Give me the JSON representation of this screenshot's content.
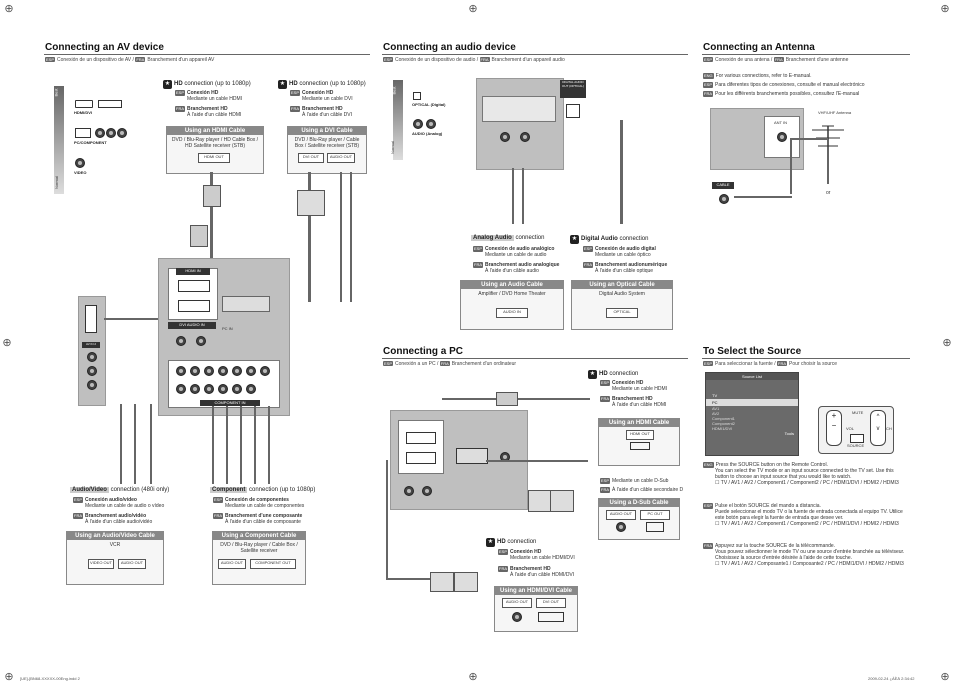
{
  "footer": {
    "left": "[UE]-[BN68-XXXXX-00Eng.indd   2",
    "right": "2009-02-24   ¿ÀÈÄ 2:34:42"
  },
  "av": {
    "title": "Connecting an AV device",
    "subtitle_es_tag": "ESP",
    "subtitle_es": "Conexión de un dispositivo de AV /",
    "subtitle_fr_tag": "FRA",
    "subtitle_fr": "Branchement d'un appareil AV",
    "side_best": "Best",
    "side_normal": "Normal",
    "legend": {
      "hdmi": "HDMI/DVI",
      "pc": "PC/COMPONENT",
      "video": "VIDEO"
    },
    "hd1": {
      "head": "connection (up to 1080p)",
      "head_bold": "HD",
      "es_tag": "ESP",
      "es_title": "Conexión HD",
      "es_sub": "Mediante un cable HDMI",
      "fr_tag": "FRA",
      "fr_title": "Branchement HD",
      "fr_sub": "À l'aide d'un câble HDMI"
    },
    "hd2": {
      "head": "connection (up to 1080p)",
      "head_bold": "HD",
      "es_tag": "ESP",
      "es_title": "Conexión HD",
      "es_sub": "Mediante un cable DVI",
      "fr_tag": "FRA",
      "fr_title": "Branchement HD",
      "fr_sub": "À l'aide d'un câble DVI"
    },
    "hdmi_cable": {
      "title": "Using an HDMI Cable",
      "body": "DVD / Blu-Ray player / HD Cable Box / HD Satellite receiver (STB)",
      "port": "HDMI OUT"
    },
    "dvi_cable": {
      "title": "Using a DVI Cable",
      "body": "DVD / Blu-Ray player / Cable Box / Satellite receiver (STB)",
      "port1": "DVI OUT",
      "port2": "AUDIO OUT"
    },
    "panel_labels": {
      "hdmi_in": "HDMI IN",
      "dvi_audio": "DVI AUDIO IN",
      "pc_in": "PC IN",
      "av_in": "AV IN",
      "component_in": "COMPONENT IN",
      "audio_in": "AUDIO",
      "av_in2": "AV IN 2"
    },
    "av_conn": {
      "head_bold": "Audio/Video",
      "head": "connection (480i only)",
      "es_tag": "ESP",
      "es_title": "Conexión audio/vídeo",
      "es_sub": "Mediante un cable de audio o vídeo",
      "fr_tag": "FRA",
      "fr_title": "Branchement audio/vidéo",
      "fr_sub": "À l'aide d'un câble audio/vidéo"
    },
    "comp_conn": {
      "head_bold": "Component",
      "head": "connection (up to 1080p)",
      "es_tag": "ESP",
      "es_title": "Conexión de componentes",
      "es_sub": "Mediante un cable de componentes",
      "fr_tag": "FRA",
      "fr_title": "Branchement d'une composante",
      "fr_sub": "À l'aide d'un câble de composante"
    },
    "av_cable": {
      "title": "Using an Audio/Video Cable",
      "body": "VCR",
      "port1": "VIDEO OUT",
      "port2": "AUDIO OUT"
    },
    "comp_cable": {
      "title": "Using a Component Cable",
      "body": "DVD / Blu-Ray player / Cable Box / Satellite receiver",
      "port1": "AUDIO OUT",
      "port2": "COMPONENT OUT"
    }
  },
  "audio": {
    "title": "Connecting an audio device",
    "subtitle_es_tag": "ESP",
    "subtitle_es": "Conexión de un dispositivo de audio /",
    "subtitle_fr_tag": "FRA",
    "subtitle_fr": "Branchement d'un appareil audio",
    "side_best": "Best",
    "side_normal": "Normal",
    "legend_optical": "OPTICAL (Digital)",
    "legend_audio": "AUDIO (Analog)",
    "panel_label": "DIGITAL AUDIO OUT (OPTICAL)",
    "analog": {
      "head_bold": "Analog Audio",
      "head": "connection",
      "es_tag": "ESP",
      "es_title": "Conexión de audio analógico",
      "es_sub": "Mediante un cable de audio",
      "fr_tag": "FRA",
      "fr_title": "Branchement audio analogique",
      "fr_sub": "À l'aide d'un câble audio"
    },
    "digital": {
      "head_bold": "Digital Audio",
      "head": "connection",
      "es_tag": "ESP",
      "es_title": "Conexión de audio digital",
      "es_sub": "Mediante un cable óptico",
      "fr_tag": "FRA",
      "fr_title": "Branchement audionumérique",
      "fr_sub": "À l'aide d'un câble optique"
    },
    "audio_cable": {
      "title": "Using an Audio Cable",
      "body": "Amplifier / DVD Home Theater",
      "port": "AUDIO IN"
    },
    "optical_cable": {
      "title": "Using an Optical Cable",
      "body": "Digital Audio System",
      "port": "OPTICAL"
    }
  },
  "pc": {
    "title": "Connecting a PC",
    "subtitle_es_tag": "ESP",
    "subtitle_es": "Conexión a un PC /",
    "subtitle_fr_tag": "FRA",
    "subtitle_fr": "Branchement d'un ordinateur",
    "hd1": {
      "head_bold": "HD",
      "head": "connection",
      "es_tag": "ESP",
      "es_title": "Conexión HD",
      "es_sub": "Mediante un cable HDMI",
      "fr_tag": "FRA",
      "fr_title": "Branchement HD",
      "fr_sub": "À l'aide d'un câble HDMI"
    },
    "hdmi_cable": {
      "title": "Using an HDMI Cable",
      "port": "HDMI OUT"
    },
    "dsub_es_tag": "ESP",
    "dsub_es": "Mediante un cable D-Sub",
    "dsub_fr_tag": "FRA",
    "dsub_fr": "À l'aide d'un câble secondaire D",
    "dsub_cable": {
      "title": "Using a D-Sub Cable",
      "port1": "AUDIO OUT",
      "port2": "PC OUT"
    },
    "hd2": {
      "head_bold": "HD",
      "head": "connection",
      "es_tag": "ESP",
      "es_title": "Conexión HD",
      "es_sub": "Mediante un cable HDMI/DVI",
      "fr_tag": "FRA",
      "fr_title": "Branchement HD",
      "fr_sub": "À l'aide d'un câble HDMI/DVI"
    },
    "hdmidvi_cable": {
      "title": "Using an HDMI/DVI Cable",
      "port1": "AUDIO OUT",
      "port2": "DVI OUT"
    }
  },
  "antenna": {
    "title": "Connecting an Antenna",
    "subtitle_es_tag": "ESP",
    "subtitle_es": "Conexión de una antena /",
    "subtitle_fr_tag": "FRA",
    "subtitle_fr": "Branchement d'une antenne",
    "notes": [
      {
        "tag": "ENG",
        "text": "For various connections, refer to E-manual."
      },
      {
        "tag": "ESP",
        "text": "Para diferentes tipos de conexiones, consulte el manual electrónico"
      },
      {
        "tag": "FRA",
        "text": "Pour les différents branchements possibles, consultez l'E-manual"
      }
    ],
    "vhf_label": "VHF/UHF Antenna",
    "ant_in": "ANT IN",
    "cable": "CABLE",
    "or": "or"
  },
  "source": {
    "title": "To Select the Source",
    "subtitle_es_tag": "ESP",
    "subtitle_es": "Para seleccionar la fuente /",
    "subtitle_fr_tag": "FRA",
    "subtitle_fr": "Pour choisir la source",
    "menu_title": "Source List",
    "menu_items": [
      "TV",
      "PC",
      "AV1",
      "AV2",
      "Component1",
      "Component2",
      "HDMI1/DVI"
    ],
    "menu_footer": "Tools",
    "remote": {
      "mute": "MUTE",
      "vol": "VOL",
      "source": "SOURCE",
      "ch": "CH"
    },
    "steps": [
      {
        "tag": "ENG",
        "line1": "Press the SOURCE button on the Remote Control.",
        "line2": "You can select the TV mode or an input source connected to the TV set. Use this button to choose an input source that you would like to watch.",
        "list": "TV / AV1 / AV2 / Component1 / Component2 / PC / HDMI1/DVI / HDMI2 / HDMI3"
      },
      {
        "tag": "ESP",
        "line1": "Pulse el botón SOURCE del mando a distancia.",
        "line2": "Puede seleccionar el modo TV o la fuente de entrada conectada al equipo TV. Utilice este botón para elegir la fuente de entrada que desee ver.",
        "list": "TV / AV1 / AV2 / Component1 / Component2 / PC / HDMI1/DVI / HDMI2 / HDMI3"
      },
      {
        "tag": "FRA",
        "line1": "Appuyez sur la touche SOURCE de la télécommande.",
        "line2": "Vous pouvez sélectionner le mode TV ou une source d'entrée branchée au téléviseur. Choisissez la source d'entrée désirée à l'aide de cette touche.",
        "list": "TV / AV1 / AV2 / Composante1 / Composante2 / PC / HDMI1/DVI / HDMI2 / HDMI3"
      }
    ]
  }
}
